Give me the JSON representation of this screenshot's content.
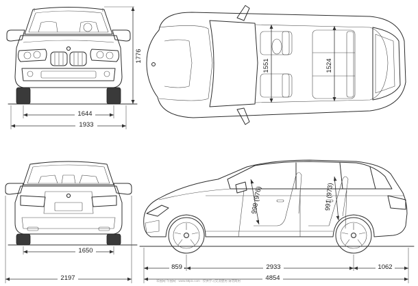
{
  "dimensions": {
    "front_track": "1644",
    "width_overall": "1933",
    "height": "1776",
    "rear_track": "1650",
    "width_with_mirrors": "2197",
    "front_overhang": "859",
    "wheelbase": "2933",
    "rear_overhang": "1062",
    "length": "4854",
    "front_interior_width": "1551",
    "rear_interior_width": "1524",
    "front_headroom": "998 (976)",
    "rear_headroom": "991 (973)"
  },
  "watermark": "华图网·千图网 · www.58pic.com · 仅供学习交流使用 请勿商用"
}
